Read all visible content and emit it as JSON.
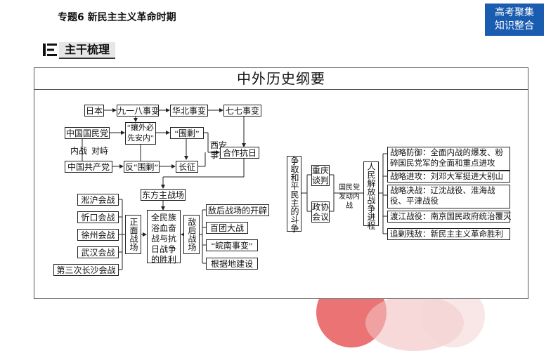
{
  "header": {
    "topic": "专题6  新民主主义革命时期",
    "corner_line1": "高考聚集",
    "corner_line2": "知识整合"
  },
  "section": {
    "title": "主干梳理"
  },
  "main": {
    "title": "中外历史纲要"
  },
  "left_diagram": {
    "japan": "日本",
    "sep18": "九一八事变",
    "north_china": "华北事变",
    "jul7": "七七事变",
    "kmt": "中国国民党",
    "rangwai": "“攘外必先安内”",
    "jiaoyu": "“围剿”",
    "civil_war": "内战",
    "standoff": "对峙",
    "ccp": "中国共产党",
    "anti_jiaoyu": "反“围剿”",
    "long_march": "长征",
    "xian": "西安事变",
    "coop": "合作抗日",
    "eastern": "东方主战场",
    "songhu": "淞沪会战",
    "xinkou": "忻口会战",
    "xuzhou": "徐州会战",
    "wuhan": "武汉会战",
    "changsha": "第三次长沙会战",
    "frontal": "正面战场",
    "victory": "全民族浴血奋战与抗日战争的胜利",
    "rear": "敌后战场",
    "open_rear": "敌后战场的开辟",
    "hundred": "百团大战",
    "wannan": "“皖南事变”",
    "bases": "根据地建设"
  },
  "right_diagram": {
    "fight_peace": "争取和平民主的斗争",
    "chongqing": "重庆谈判",
    "pcc": "政协会议",
    "kmt_civil": "国民党发动内战",
    "liberation": "人民解放战争进程",
    "defense": "战略防御：全面内战的爆发、粉碎国民党军的全面和重点进攻",
    "offense": "战略进攻：刘邓大军挺进大别山",
    "decisive": "战略决战：辽沈战役、淮海战役、平津战役",
    "yangtze": "渡江战役：南京国民政府统治覆灭",
    "pursuit": "追剿残敌：新民主主义革命胜利"
  }
}
